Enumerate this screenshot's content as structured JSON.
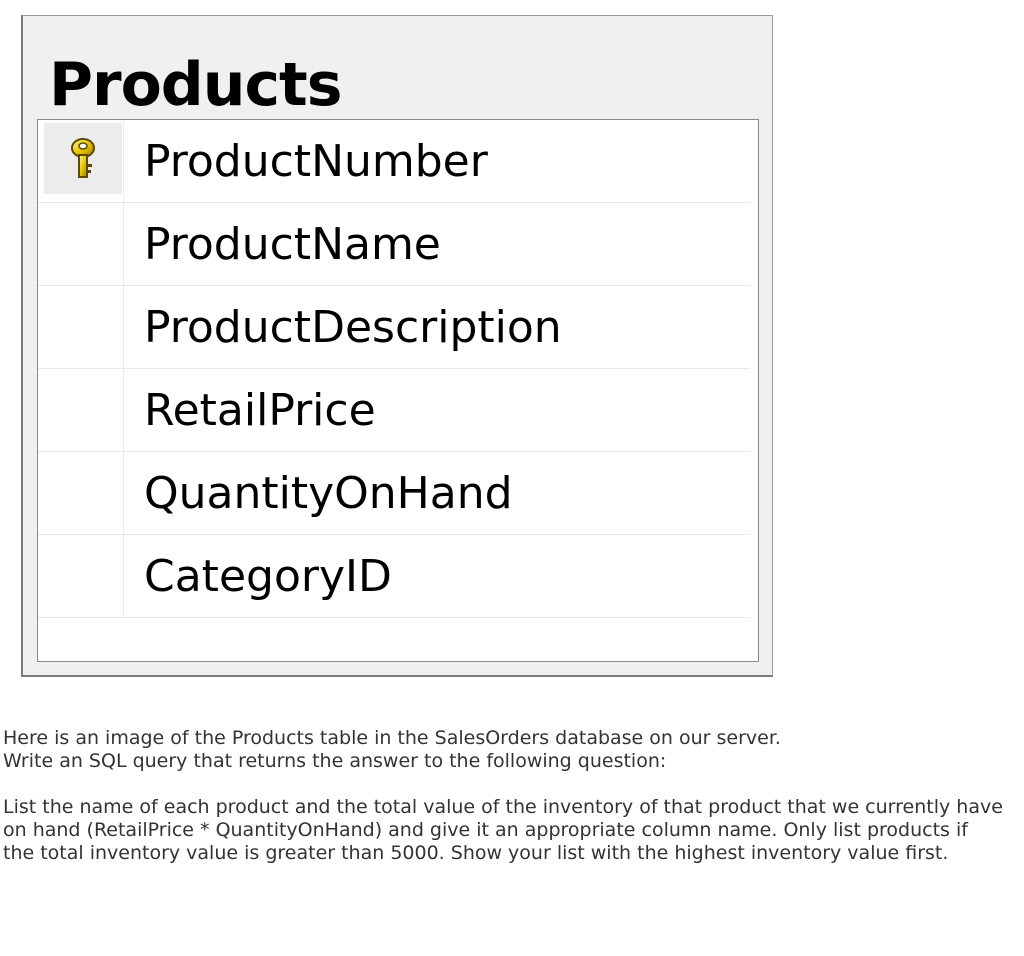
{
  "table": {
    "title": "Products",
    "fields": [
      {
        "name": "ProductNumber",
        "primary_key": true,
        "icon": "key-icon"
      },
      {
        "name": "ProductName",
        "primary_key": false
      },
      {
        "name": "ProductDescription",
        "primary_key": false
      },
      {
        "name": "RetailPrice",
        "primary_key": false
      },
      {
        "name": "QuantityOnHand",
        "primary_key": false
      },
      {
        "name": "CategoryID",
        "primary_key": false
      }
    ],
    "key_icon_color": "#e8c800"
  },
  "question": {
    "intro_line1": "Here is an image of the Products table in the SalesOrders database on our server.",
    "intro_line2": "Write an SQL query that returns the answer to the following question:",
    "prompt": "List the name of each product and the total value of the inventory of that product that we currently have on hand (RetailPrice * QuantityOnHand) and give it an appropriate column name. Only list products if the total inventory value is greater than 5000. Show your list with the highest inventory value first."
  }
}
